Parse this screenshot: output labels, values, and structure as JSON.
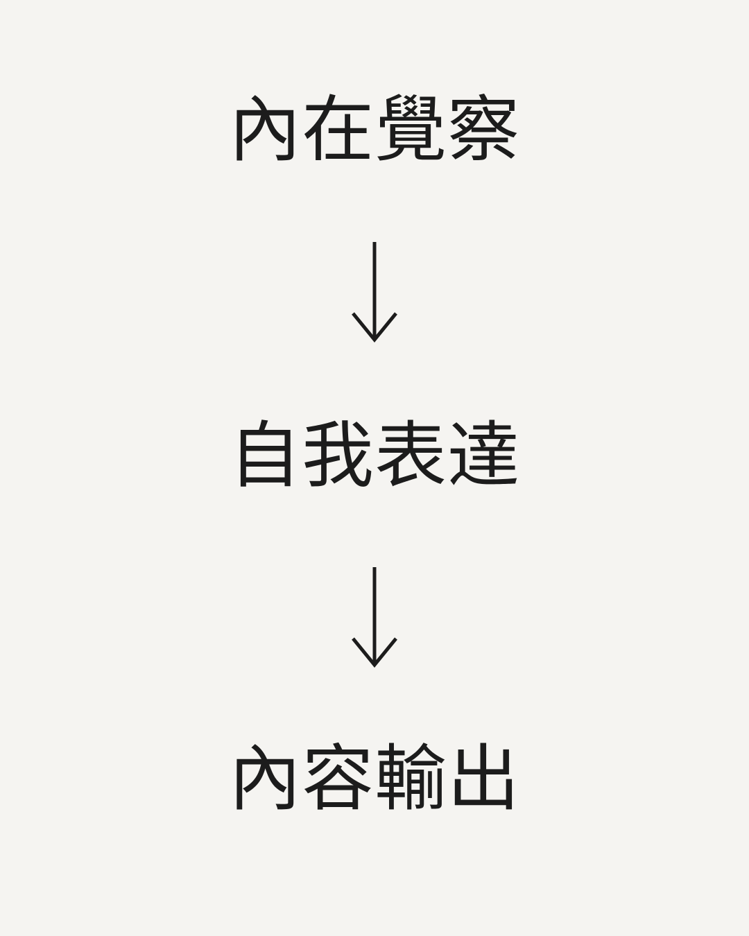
{
  "page": {
    "background_color": "#f5f4f1",
    "ink_color": "#1c1c1c"
  },
  "diagram": {
    "type": "vertical-flow",
    "steps": [
      {
        "label": "內在覺察"
      },
      {
        "label": "自我表達"
      },
      {
        "label": "內容輸出"
      }
    ],
    "connectors": [
      {
        "icon": "down-arrow-icon",
        "from": 0,
        "to": 1
      },
      {
        "icon": "down-arrow-icon",
        "from": 1,
        "to": 2
      }
    ]
  }
}
